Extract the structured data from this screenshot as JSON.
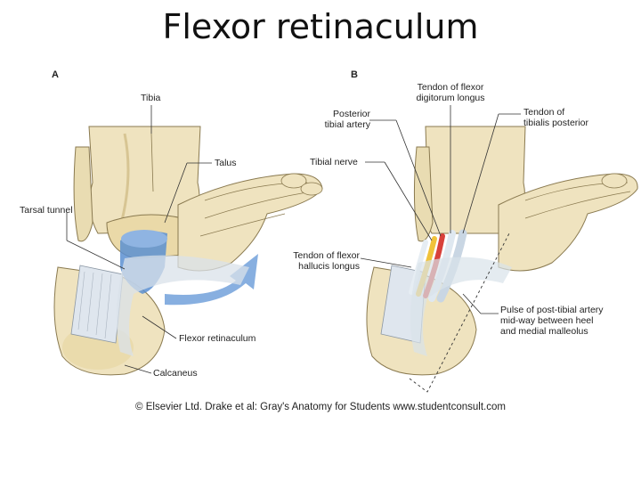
{
  "title": "Flexor retinaculum",
  "panels": {
    "a": {
      "letter": "A",
      "labels": {
        "tibia": "Tibia",
        "talus": "Talus",
        "tarsal_tunnel": "Tarsal tunnel",
        "flexor_retinaculum": "Flexor retinaculum",
        "calcaneus": "Calcaneus"
      }
    },
    "b": {
      "letter": "B",
      "labels": {
        "fdl_line1": "Tendon of flexor",
        "fdl_line2": "digitorum longus",
        "pta_line1": "Posterior",
        "pta_line2": "tibial artery",
        "tp_line1": "Tendon of",
        "tp_line2": "tibialis posterior",
        "tibial_nerve": "Tibial nerve",
        "fhl_line1": "Tendon of flexor",
        "fhl_line2": "hallucis longus",
        "pulse_line1": "Pulse of post-tibial artery",
        "pulse_line2": "mid-way between heel",
        "pulse_line3": "and medial malleolus"
      }
    }
  },
  "credit": "© Elsevier Ltd. Drake et al: Gray's Anatomy for Students www.studentconsult.com",
  "colors": {
    "bone": "#efe3bf",
    "bone_shade": "#d7c593",
    "retinaculum": "#d9e2ea",
    "tunnel_blue": "#5b8fd1",
    "artery": "#d8413a",
    "nerve": "#f0c23a",
    "tendon": "#dfe8f0"
  }
}
